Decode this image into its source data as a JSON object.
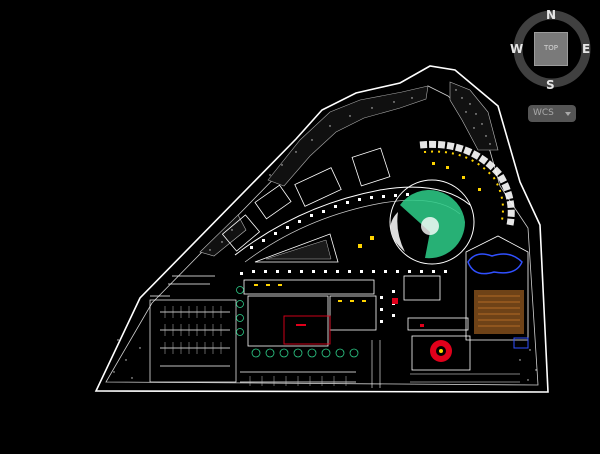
{
  "viewcube": {
    "north": "N",
    "south": "S",
    "east": "E",
    "west": "W",
    "face": "TOP"
  },
  "ucs_menu": {
    "label": "WCS"
  },
  "colors": {
    "background": "#000000",
    "linework": "#ffffff",
    "vegetation": "#2ecf8a",
    "furniture": "#ffd400",
    "highlight_red": "#e0001b",
    "building_orange": "#c8782a",
    "pool_blue": "#3050ff",
    "viewcube_ring": "#404040"
  }
}
